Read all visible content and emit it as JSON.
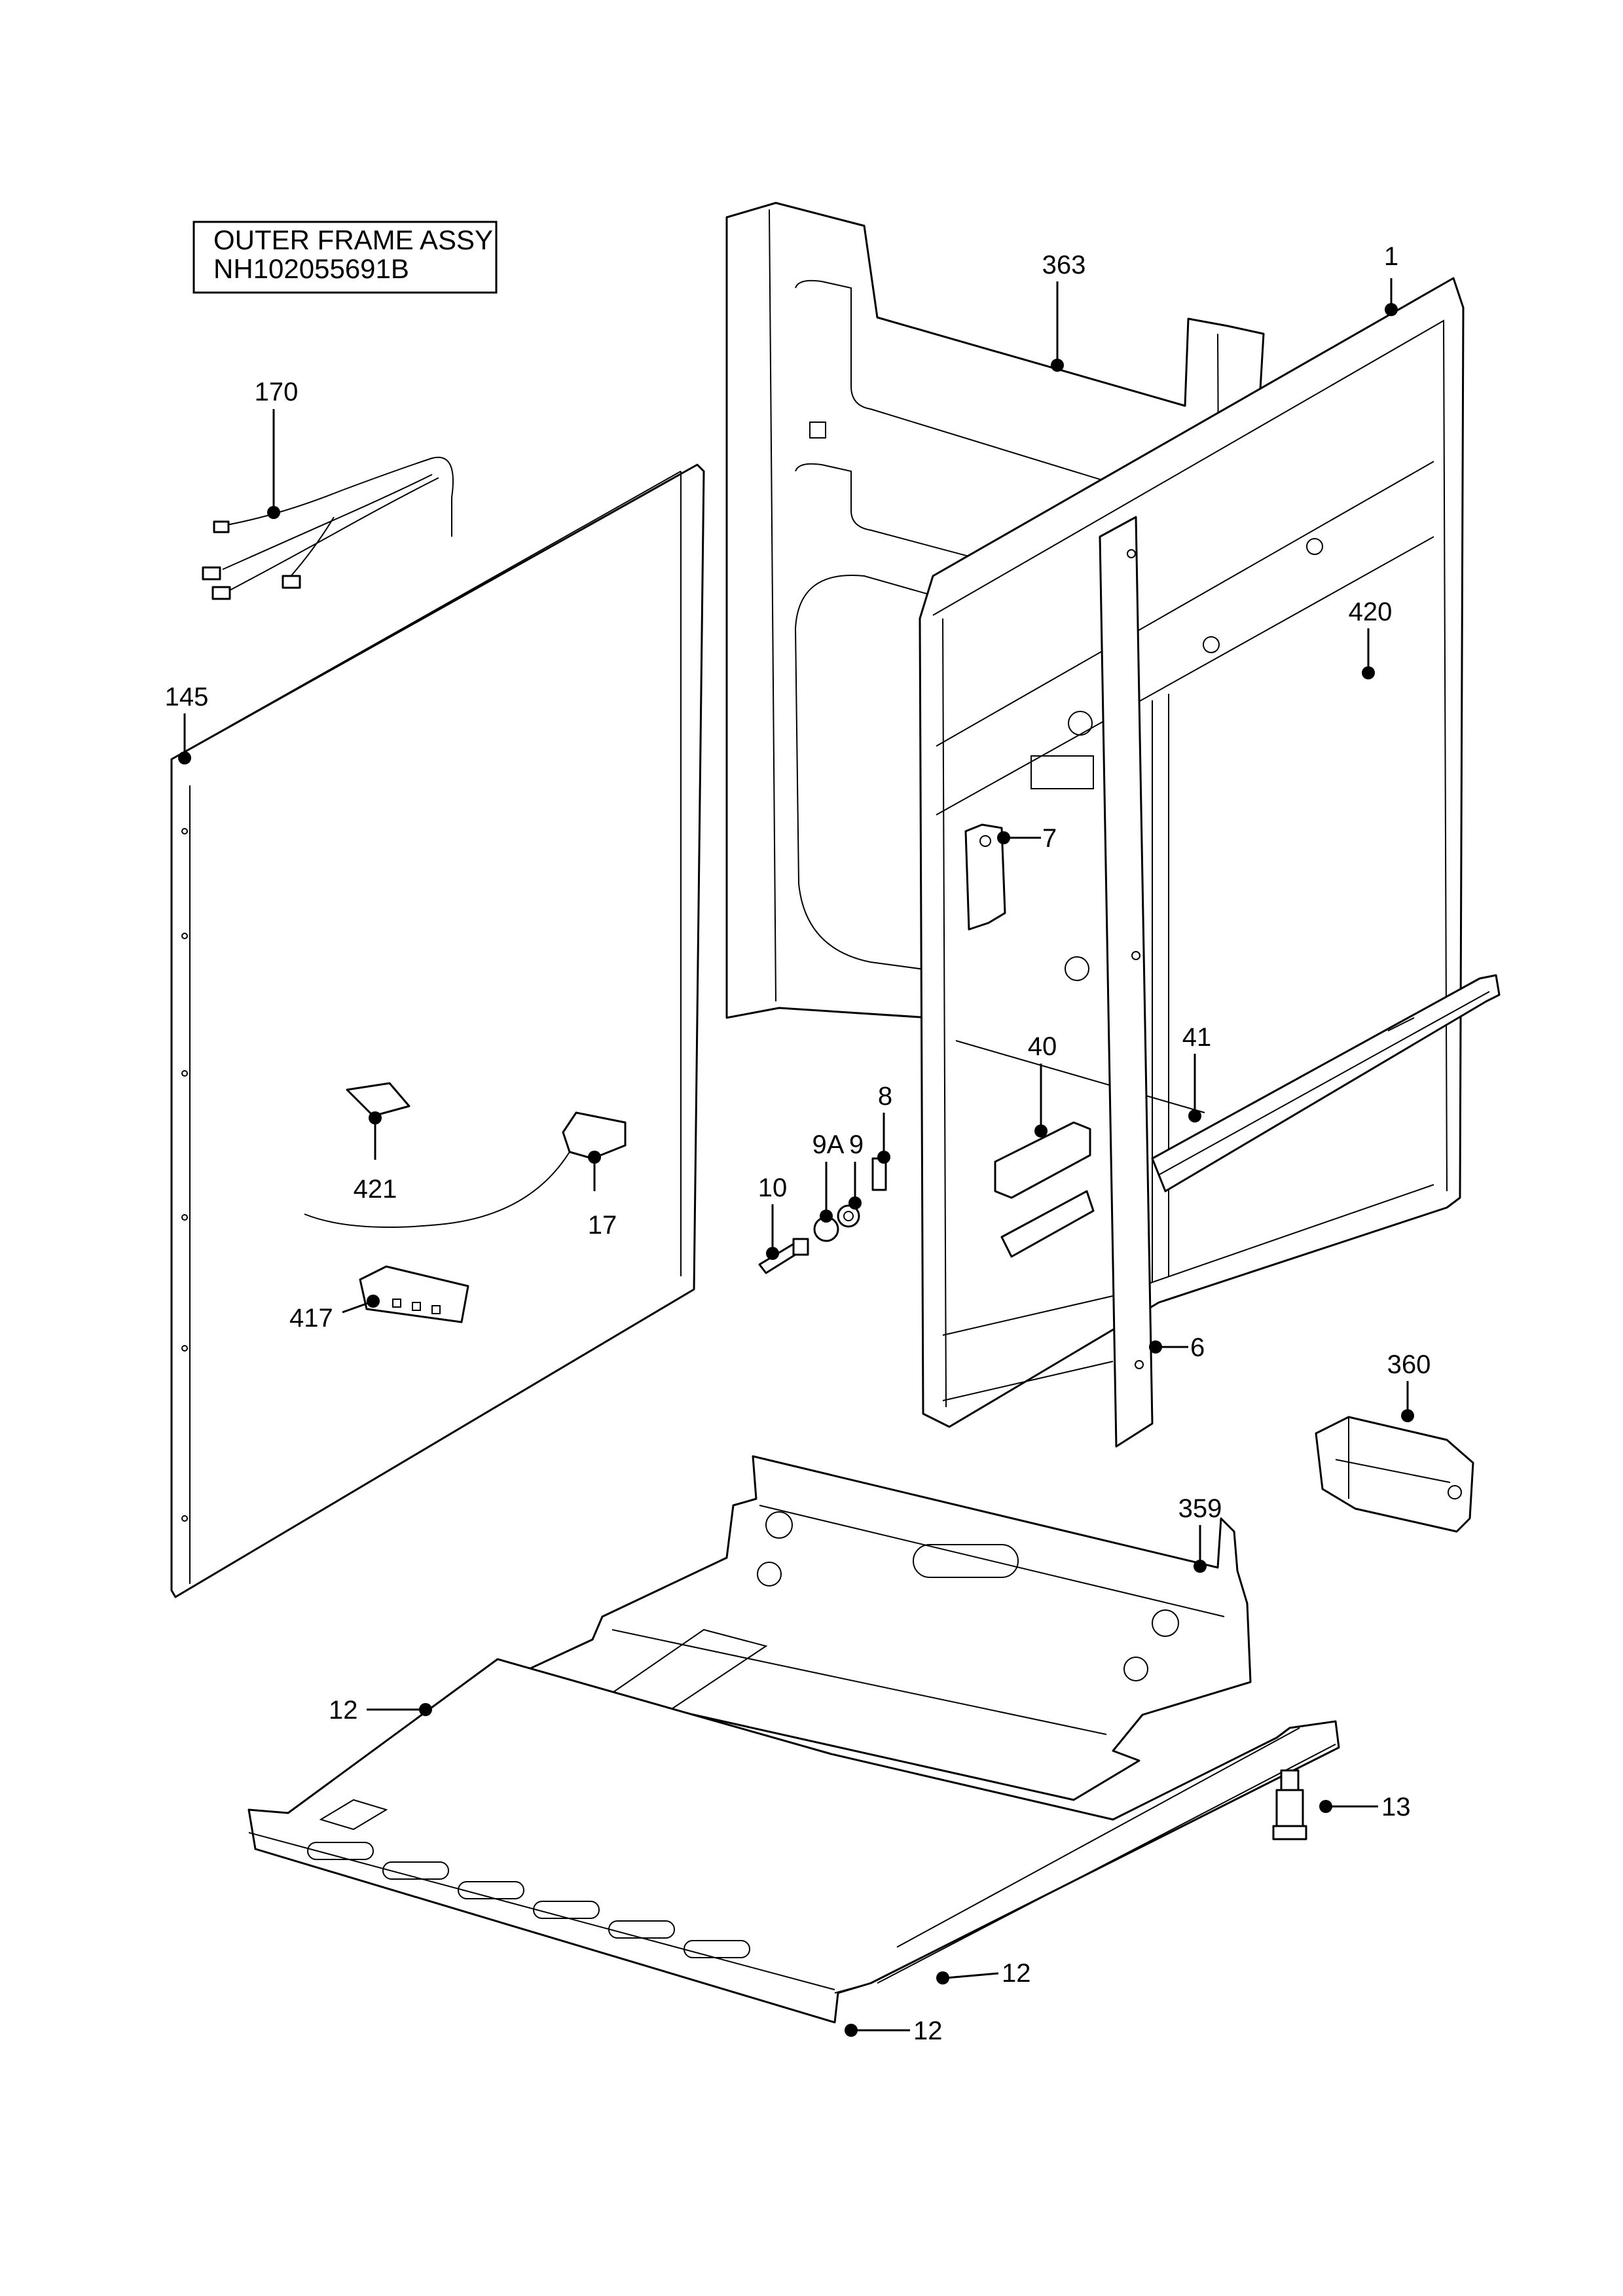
{
  "title_box": {
    "line1": "OUTER FRAME ASSY",
    "line2": "NH102055691B"
  },
  "callouts": {
    "c1": "1",
    "c363": "363",
    "c170": "170",
    "c145": "145",
    "c420": "420",
    "c7": "7",
    "c40": "40",
    "c41": "41",
    "c8": "8",
    "c9A": "9A",
    "c9": "9",
    "c10": "10",
    "c421": "421",
    "c17": "17",
    "c417": "417",
    "c6": "6",
    "c360": "360",
    "c359": "359",
    "c12a": "12",
    "c13": "13",
    "c12b": "12",
    "c12c": "12"
  }
}
